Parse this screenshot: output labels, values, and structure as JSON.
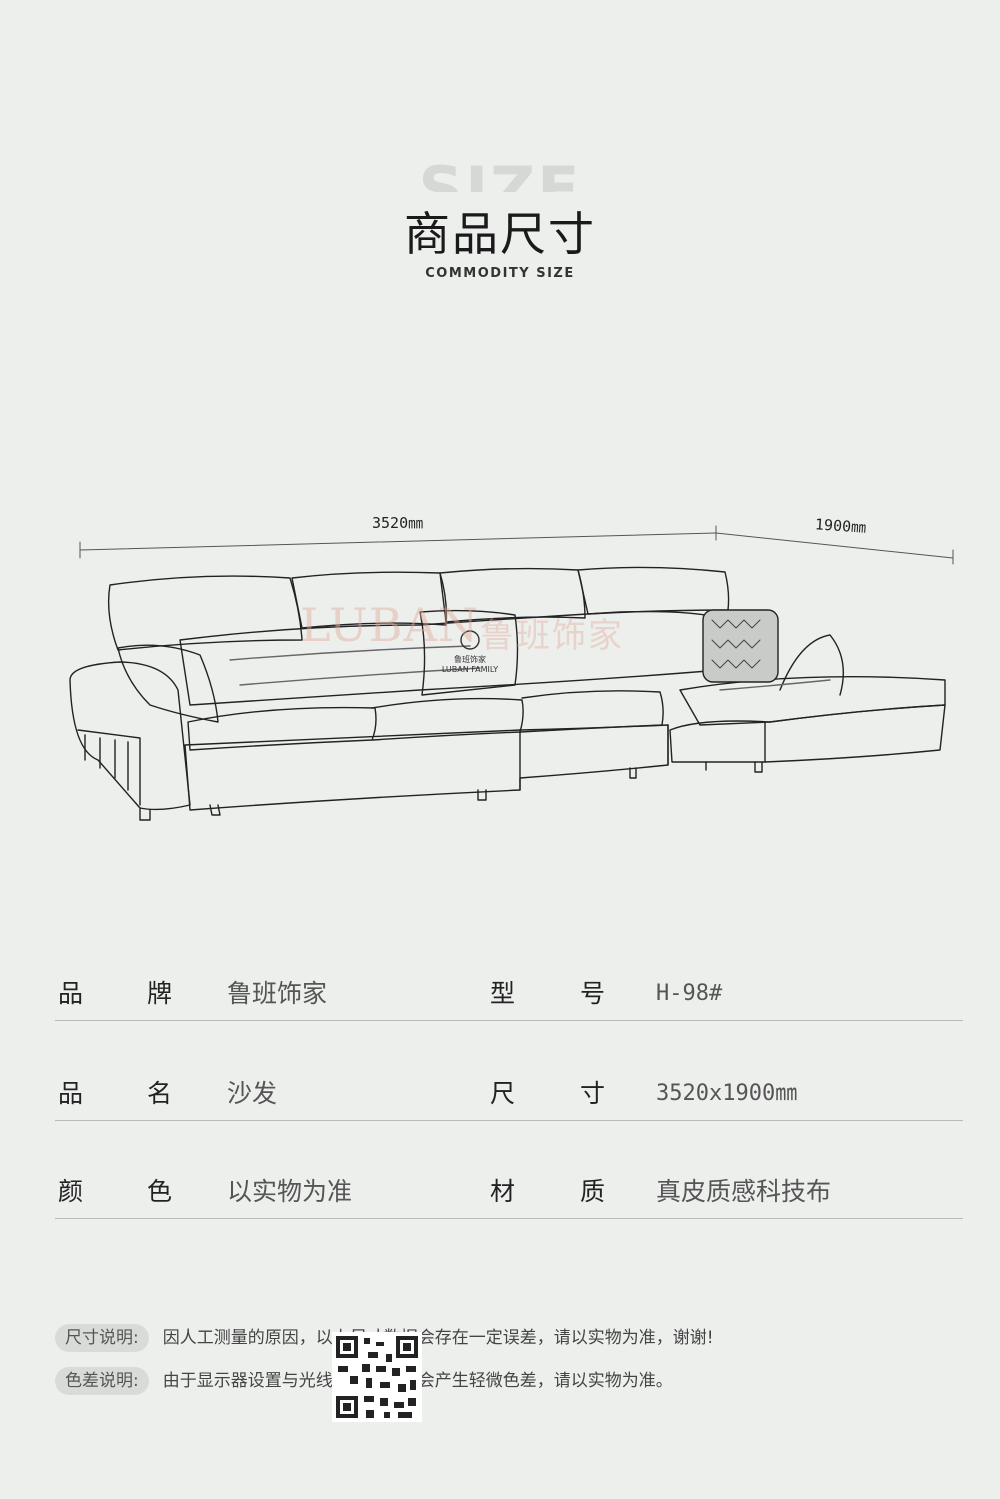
{
  "header": {
    "bg_word": "SIZE",
    "title_cn": "商品尺寸",
    "title_en": "COMMODITY SIZE"
  },
  "dimensions": {
    "length": "3520㎜",
    "width": "1900㎜"
  },
  "watermark": {
    "latin": "LUBAN",
    "cn": "鲁班饰家"
  },
  "pillow": {
    "cn": "鲁班饰家",
    "en": "LUBAN FAMILY"
  },
  "specs": [
    {
      "l1": "品",
      "l2": "牌",
      "v": "鲁班饰家",
      "r1": "型",
      "r2": "号",
      "rv": "H-98#"
    },
    {
      "l1": "品",
      "l2": "名",
      "v": "沙发",
      "r1": "尺",
      "r2": "寸",
      "rv": "3520x1900㎜"
    },
    {
      "l1": "颜",
      "l2": "色",
      "v": "以实物为准",
      "r1": "材",
      "r2": "质",
      "rv": "真皮质感科技布"
    }
  ],
  "notes": [
    {
      "tag": "尺寸说明:",
      "text": "因人工测量的原因，以上尺寸数据会存在一定误差，请以实物为准，谢谢!"
    },
    {
      "tag": "色差说明:",
      "text": "由于显示器设置与光线不同，可能会产生轻微色差，请以实物为准。"
    }
  ]
}
